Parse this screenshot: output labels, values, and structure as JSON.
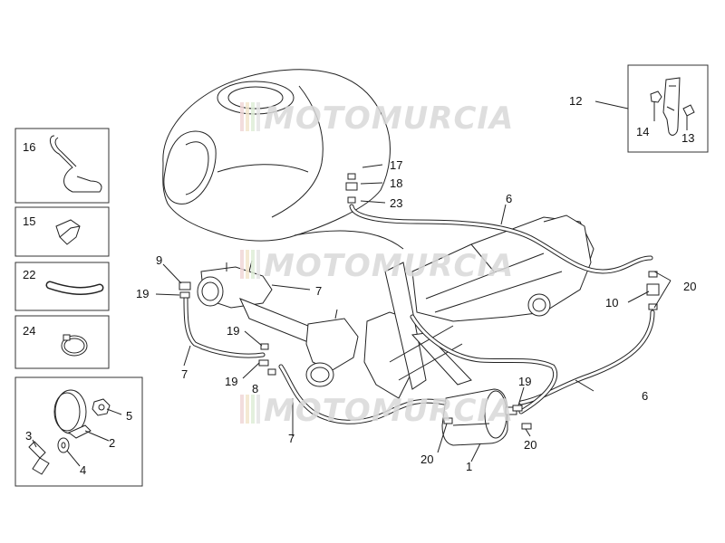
{
  "watermark": {
    "text": "MOTOMURCIA"
  },
  "callouts": {
    "c1": "1",
    "c2": "2",
    "c3": "3",
    "c4": "4",
    "c5": "5",
    "c6a": "6",
    "c6b": "6",
    "c7a": "7",
    "c7b": "7",
    "c7c": "7",
    "c8": "8",
    "c9": "9",
    "c10": "10",
    "c12": "12",
    "c13": "13",
    "c14": "14",
    "c15": "15",
    "c16": "16",
    "c17": "17",
    "c18": "18",
    "c19a": "19",
    "c19b": "19",
    "c19c": "19",
    "c19d": "19",
    "c20a": "20",
    "c20b": "20",
    "c20c": "20",
    "c22": "22",
    "c23": "23",
    "c24": "24"
  }
}
